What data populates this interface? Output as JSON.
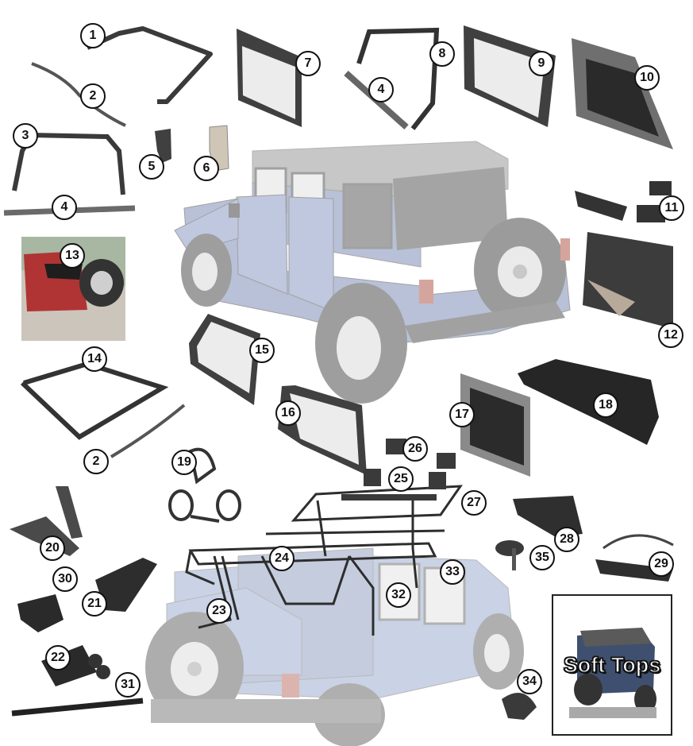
{
  "callouts": [
    {
      "id": "1",
      "label": "1"
    },
    {
      "id": "2a",
      "label": "2"
    },
    {
      "id": "3",
      "label": "3"
    },
    {
      "id": "4a",
      "label": "4"
    },
    {
      "id": "5",
      "label": "5"
    },
    {
      "id": "6",
      "label": "6"
    },
    {
      "id": "7",
      "label": "7"
    },
    {
      "id": "4b",
      "label": "4"
    },
    {
      "id": "8",
      "label": "8"
    },
    {
      "id": "9",
      "label": "9"
    },
    {
      "id": "10",
      "label": "10"
    },
    {
      "id": "11",
      "label": "11"
    },
    {
      "id": "12",
      "label": "12"
    },
    {
      "id": "13",
      "label": "13"
    },
    {
      "id": "14",
      "label": "14"
    },
    {
      "id": "15",
      "label": "15"
    },
    {
      "id": "2b",
      "label": "2"
    },
    {
      "id": "16",
      "label": "16"
    },
    {
      "id": "17",
      "label": "17"
    },
    {
      "id": "18",
      "label": "18"
    },
    {
      "id": "19",
      "label": "19"
    },
    {
      "id": "26",
      "label": "26"
    },
    {
      "id": "25",
      "label": "25"
    },
    {
      "id": "27",
      "label": "27"
    },
    {
      "id": "20",
      "label": "20"
    },
    {
      "id": "28",
      "label": "28"
    },
    {
      "id": "35",
      "label": "35"
    },
    {
      "id": "29",
      "label": "29"
    },
    {
      "id": "24",
      "label": "24"
    },
    {
      "id": "30",
      "label": "30"
    },
    {
      "id": "33",
      "label": "33"
    },
    {
      "id": "21",
      "label": "21"
    },
    {
      "id": "32",
      "label": "32"
    },
    {
      "id": "23",
      "label": "23"
    },
    {
      "id": "22",
      "label": "22"
    },
    {
      "id": "31",
      "label": "31"
    },
    {
      "id": "34",
      "label": "34"
    }
  ],
  "inset": {
    "title": "Soft Tops"
  },
  "colors": {
    "body": "#8f9fc4",
    "top": "#b9b9b9",
    "tire": "#6b6b6b",
    "part": "#3a3a3a"
  }
}
